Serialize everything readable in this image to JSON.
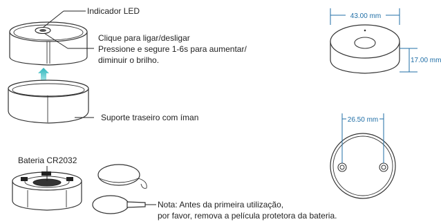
{
  "annotations": {
    "led_indicator": "Indicador LED",
    "click_toggle": "Clique para ligar/desligar",
    "hold_brightness_line1": "Pressione e segure 1-6s para aumentar/",
    "hold_brightness_line2": "diminuir o brilho.",
    "magnet_holder": "Suporte traseiro com íman",
    "battery": "Bateria CR2032",
    "note_line1": "Nota: Antes da primeira utilização,",
    "note_line2": "por favor, remova a película protetora da bateria."
  },
  "dimensions": {
    "diameter": "43.00 mm",
    "height": "17.00 mm",
    "hole_spacing": "26.50 mm"
  },
  "colors": {
    "dimension": "#1f6ea6",
    "arrow": "#43c4c8",
    "outline": "#333333"
  }
}
